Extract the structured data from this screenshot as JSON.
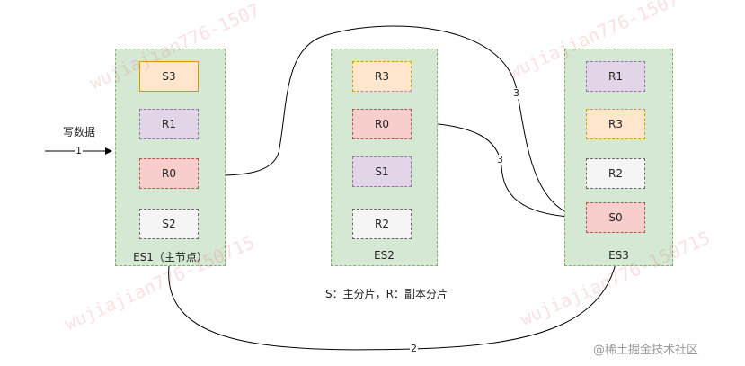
{
  "colors": {
    "es_fill": "#d5e8d4",
    "es_border": "#82b366",
    "shard_styles": {
      "orange": {
        "fill": "#ffe6cc",
        "border": "#d79b00"
      },
      "purple": {
        "fill": "#e1d5e7",
        "border": "#9673a6"
      },
      "red": {
        "fill": "#f8cecc",
        "border": "#b85450"
      },
      "gray": {
        "fill": "#f5f5f5",
        "border": "#666666"
      }
    }
  },
  "nodes": [
    {
      "name": "ES1",
      "label": "ES1（主节点）",
      "shards": [
        {
          "label": "S3",
          "style": "orange",
          "solid": true
        },
        {
          "label": "R1",
          "style": "purple"
        },
        {
          "label": "R0",
          "style": "red"
        },
        {
          "label": "S2",
          "style": "gray"
        }
      ]
    },
    {
      "name": "ES2",
      "label": "ES2",
      "shards": [
        {
          "label": "R3",
          "style": "orange"
        },
        {
          "label": "R0",
          "style": "red"
        },
        {
          "label": "S1",
          "style": "purple"
        },
        {
          "label": "R2",
          "style": "gray"
        }
      ]
    },
    {
      "name": "ES3",
      "label": "ES3",
      "shards": [
        {
          "label": "R1",
          "style": "purple"
        },
        {
          "label": "R3",
          "style": "orange"
        },
        {
          "label": "R2",
          "style": "gray"
        },
        {
          "label": "S0",
          "style": "red"
        }
      ]
    }
  ],
  "write_label": "写数据",
  "edge_labels": {
    "write": "1",
    "forward": "2",
    "replicate_es1": "3",
    "replicate_es2": "3"
  },
  "legend": "S：主分片，R：副本分片",
  "watermark_text": "wujiajian776-1507",
  "watermark_text_b": "wujiajian776-150715",
  "footer": "@稀土掘金技术社区"
}
